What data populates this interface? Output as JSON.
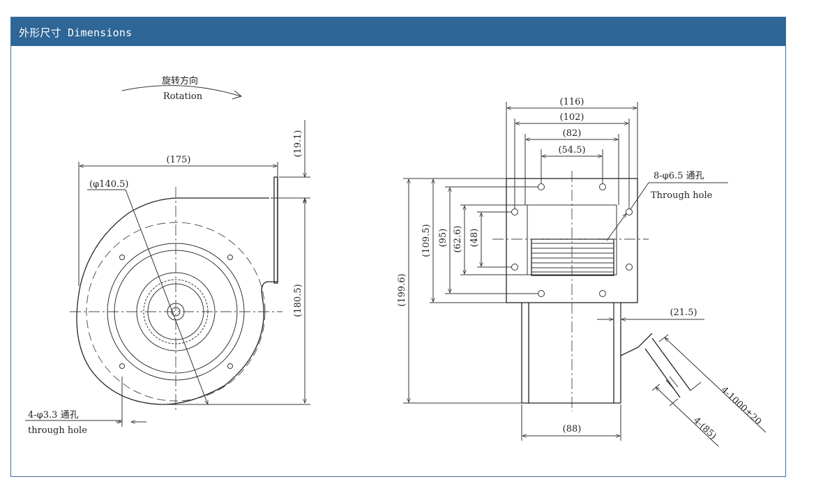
{
  "header": {
    "title": "外形尺寸 Dimensions"
  },
  "rotation": {
    "cn": "旋转方向",
    "en": "Rotation"
  },
  "side_view": {
    "width": "(175)",
    "diameter": "(φ140.5)",
    "flange_offset": "(19.1)",
    "height": "(180.5)",
    "hole_note_cn": "4-φ3.3 通孔",
    "hole_note_en": "through hole"
  },
  "front_view": {
    "dim_116": "(116)",
    "dim_102": "(102)",
    "dim_82": "(82)",
    "dim_54_5": "(54.5)",
    "hole_note_cn": "8-φ6.5 通孔",
    "hole_note_en": "Through hole",
    "dim_199_6": "(199.6)",
    "dim_109_5": "(109.5)",
    "dim_95": "(95)",
    "dim_62_6": "(62.6)",
    "dim_48": "(48)",
    "dim_21_5": "(21.5)",
    "dim_88": "(88)",
    "lead_length": "4-1000±20",
    "lead_strip": "4-(85)"
  }
}
